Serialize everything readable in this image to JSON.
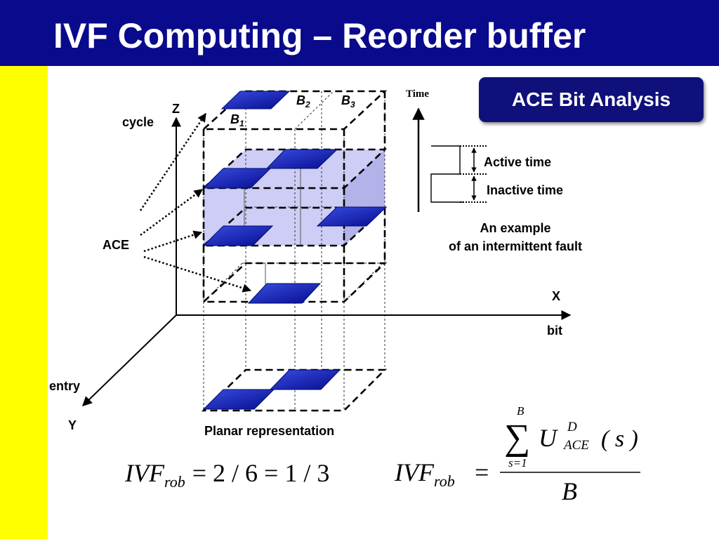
{
  "title": "IVF Computing – Reorder buffer",
  "ace_box": "ACE Bit Analysis",
  "axes": {
    "z": "Z",
    "cycle": "cycle",
    "x": "X",
    "bit": "bit",
    "entry": "entry",
    "y": "Y"
  },
  "block_labels": {
    "b1": "B",
    "b1_sub": "1",
    "b2": "B",
    "b2_sub": "2",
    "b3": "B",
    "b3_sub": "3"
  },
  "ace_label": "ACE",
  "planar_label": "Planar representation",
  "timing": {
    "time_label": "Time",
    "active": "Active time",
    "inactive": "Inactive time",
    "caption_line1": "An example",
    "caption_line2": "of an intermittent fault"
  },
  "formula_left": {
    "ivf": "IVF",
    "sub": "rob",
    "rhs": "= 2 / 6 = 1 / 3"
  },
  "formula_right": {
    "ivf": "IVF",
    "sub": "rob",
    "eq": "=",
    "sigma_top": "B",
    "sigma": "∑",
    "sigma_bottom": "s=1",
    "u": "U",
    "u_sup": "D",
    "u_sub": "ACE",
    "arg": "( s )",
    "denominator": "B"
  },
  "colors": {
    "title_bar": "#0a0a8c",
    "left_bar": "#ffff00",
    "tile": "#0a14a8",
    "highlight": "#c8c8f4",
    "ace_box": "#10107a"
  }
}
